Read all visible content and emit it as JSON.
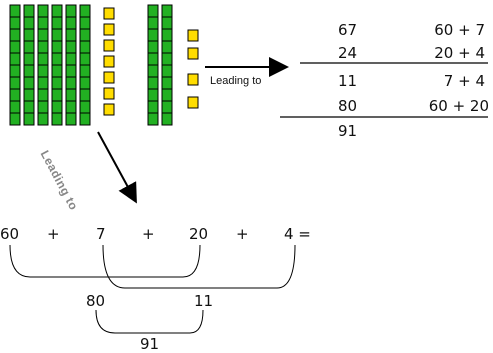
{
  "labels": {
    "leading_right": "Leading to",
    "leading_diag": "Leading to"
  },
  "table": {
    "rows": [
      {
        "left": "67",
        "right": "60 + 7"
      },
      {
        "left": "24",
        "right": "20 + 4"
      },
      {
        "left": "11",
        "right": "7 + 4"
      },
      {
        "left": "80",
        "right": "60 + 20"
      },
      {
        "left": "91",
        "right": ""
      }
    ]
  },
  "expression": {
    "terms": [
      "60",
      "+",
      "7",
      "+",
      "20",
      "+",
      "4 ="
    ],
    "sum_tens": "80",
    "sum_ones": "11",
    "total": "91"
  },
  "blocks": {
    "group1": {
      "tens": 6,
      "ones": 7
    },
    "group2": {
      "tens": 2,
      "ones": 4
    }
  },
  "colors": {
    "tens": "#22b022",
    "ones": "#ffdd00",
    "outline": "#000000"
  }
}
